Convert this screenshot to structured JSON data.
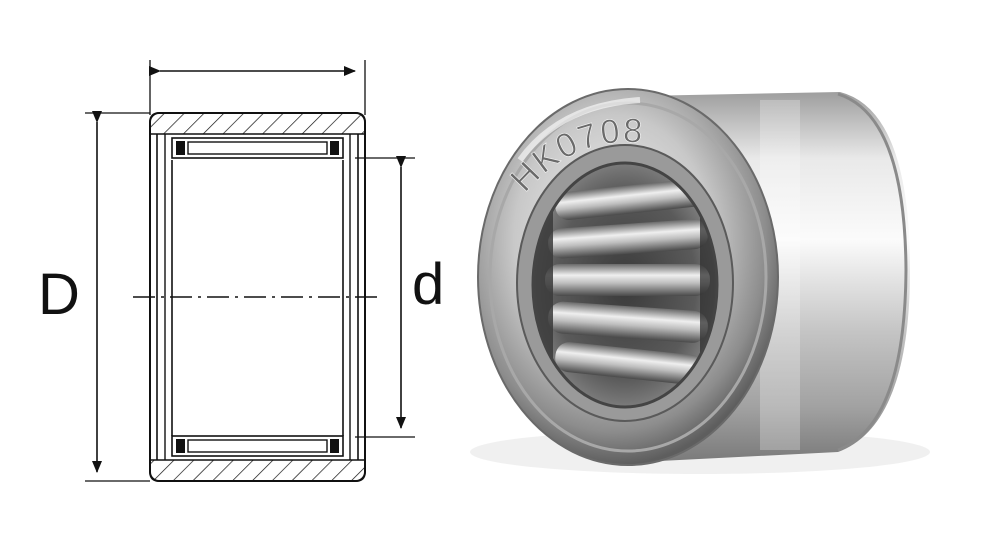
{
  "labels": {
    "outer_diameter": "D",
    "inner_diameter": "d",
    "engraving": "HK0708"
  },
  "colors": {
    "line": "#111111",
    "steel_light": "#f2f2f2",
    "steel_mid": "#b9b9b9",
    "steel_dark": "#6e6e6e",
    "engrave": "#6a6a6a"
  },
  "icons": {
    "diagram": "bearing-cross-section",
    "photo": "needle-roller-bearing"
  }
}
